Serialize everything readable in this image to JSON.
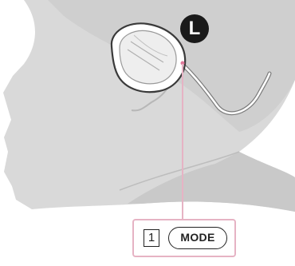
{
  "illustration": {
    "side_indicator": "L",
    "callout": {
      "step_number": "1",
      "button_label": "MODE"
    }
  }
}
